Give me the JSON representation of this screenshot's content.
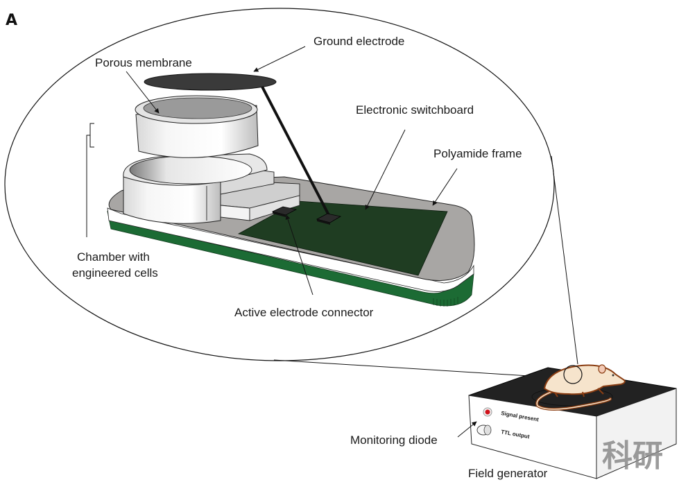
{
  "panel_label": "A",
  "labels": {
    "ground_electrode": "Ground electrode",
    "porous_membrane": "Porous membrane",
    "electronic_switchboard": "Electronic switchboard",
    "polyamide_frame": "Polyamide frame",
    "chamber_line1": "Chamber with",
    "chamber_line2": "engineered cells",
    "active_electrode_connector": "Active electrode connector",
    "monitoring_diode": "Monitoring diode",
    "field_generator": "Field generator"
  },
  "device_panel": {
    "signal_present": "Signal present",
    "ttl_output": "TTL output"
  },
  "watermark": "科研",
  "colors": {
    "board_green": "#1f3d22",
    "frame_gray": "#a8a6a4",
    "stripe_green": "#1c6b34",
    "electrode_dark": "#3a3a3a",
    "box_top": "#222222",
    "diode_red": "#d0121b",
    "mouse_body": "#f6e4cc",
    "mouse_outline": "#8a3d12"
  }
}
